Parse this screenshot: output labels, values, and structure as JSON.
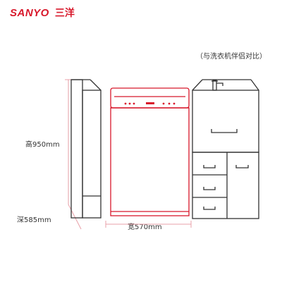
{
  "brand": {
    "logo_text": "SANYO",
    "name_cn": "三洋",
    "color": "#d8182b"
  },
  "note": "（与洗衣机伴侣对比）",
  "dimensions": {
    "height_label": "高950mm",
    "depth_label": "深585mm",
    "width_label": "宽570mm"
  },
  "colors": {
    "line": "#333333",
    "accent": "#d8182b",
    "dimension_line": "#e8a0a8"
  }
}
